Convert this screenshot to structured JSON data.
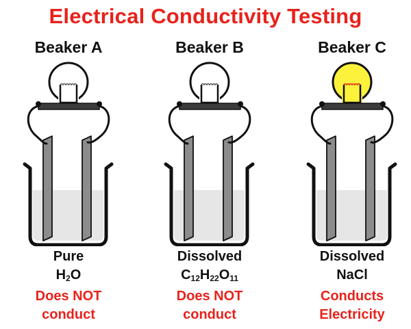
{
  "title": "Electrical Conductivity Testing",
  "colors": {
    "title": "#e8221b",
    "result": "#e8221b",
    "bulb_off": "#ffffff",
    "bulb_on": "#fcf23c",
    "electrode": "#8c8c8c",
    "solution": "#e6e6e6"
  },
  "beakers": [
    {
      "name": "Beaker A",
      "substance_line1": "Pure",
      "formula": [
        {
          "t": "H"
        },
        {
          "t": "2",
          "sub": true
        },
        {
          "t": "O"
        }
      ],
      "result_line1": "Does NOT",
      "result_line2": "conduct",
      "bulb_lit": false
    },
    {
      "name": "Beaker B",
      "substance_line1": "Dissolved",
      "formula": [
        {
          "t": "C"
        },
        {
          "t": "12",
          "sub": true
        },
        {
          "t": "H"
        },
        {
          "t": "22",
          "sub": true
        },
        {
          "t": "O"
        },
        {
          "t": "11",
          "sub": true
        }
      ],
      "result_line1": "Does NOT",
      "result_line2": "conduct",
      "bulb_lit": false
    },
    {
      "name": "Beaker C",
      "substance_line1": "Dissolved",
      "formula": [
        {
          "t": "NaCl"
        }
      ],
      "result_line1": "Conducts",
      "result_line2": "Electricity",
      "bulb_lit": true
    }
  ]
}
